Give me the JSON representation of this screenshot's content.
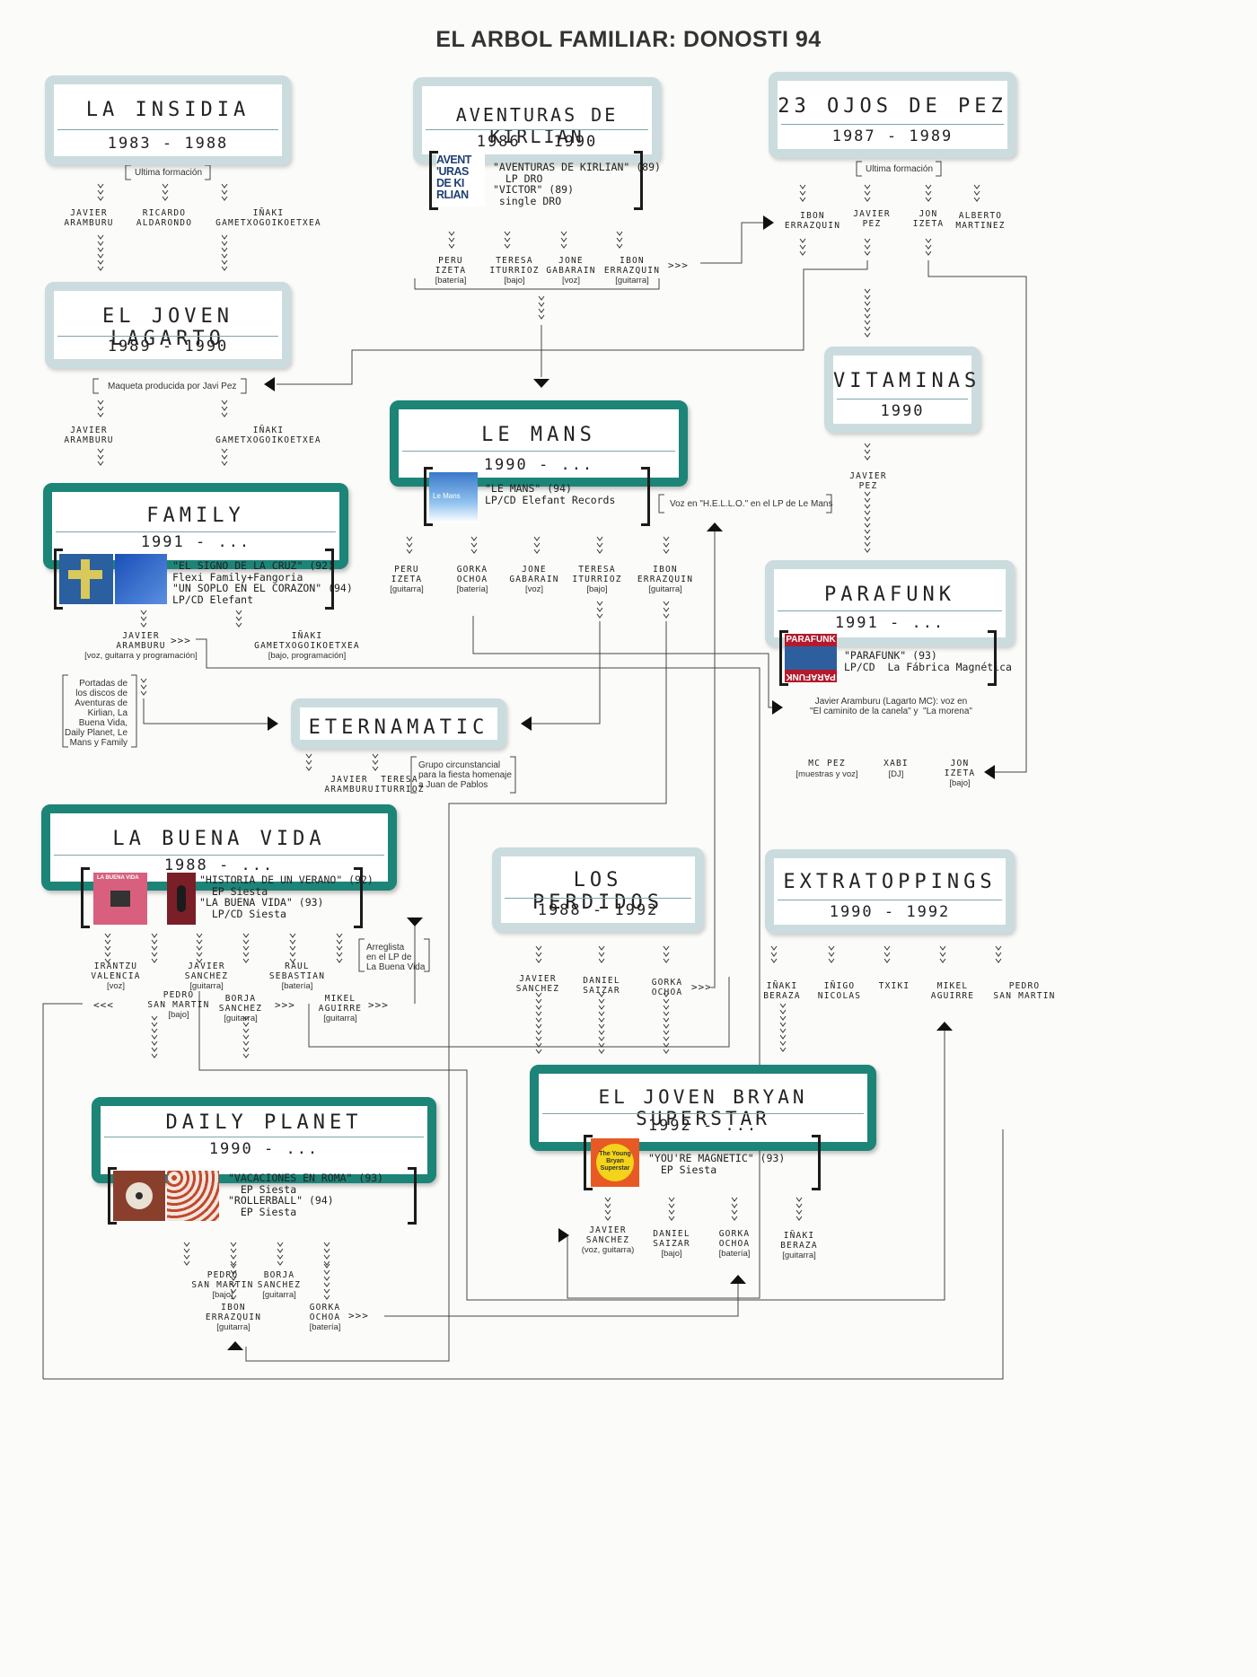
{
  "title": "EL ARBOL FAMILIAR: DONOSTI 94",
  "bands": {
    "insidia": {
      "name": "LA INSIDIA",
      "years": "1983 - 1988"
    },
    "kirlian": {
      "name": "AVENTURAS DE KIRLIAN",
      "years": "1986 - 1990",
      "disc": "\"AVENTURAS DE KIRLIAN\" (89)\n  LP DRO\n\"VICTOR\" (89)\n single DRO",
      "cover": "AVENT\n'URAS\nDE KI\nRLIAN"
    },
    "ojos": {
      "name": "23 OJOS DE PEZ",
      "years": "1987 - 1989"
    },
    "lagarto": {
      "name": "EL JOVEN LAGARTO",
      "years": "1989 - 1990"
    },
    "vitaminas": {
      "name": "VITAMINAS",
      "years": "1990"
    },
    "lemans": {
      "name": "LE MANS",
      "years": "1990 - ...",
      "disc": "\"LE MANS\" (94)\nLP/CD Elefant Records",
      "cover": "Le Mans"
    },
    "family": {
      "name": "FAMILY",
      "years": "1991 - ...",
      "disc": "\"EL SIGNO DE LA CRUZ\" (92)\nFlexi Family+Fangoria\n\"UN SOPLO EN EL CORAZON\" (94)\nLP/CD Elefant"
    },
    "parafunk": {
      "name": "PARAFUNK",
      "years": "1991 - ...",
      "disc": "\"PARAFUNK\" (93)\nLP/CD  La Fábrica Magnética",
      "cover_top": "PARAFUNK",
      "cover_bottom": "PARAFUNK"
    },
    "eternamatic": {
      "name": "ETERNAMATIC"
    },
    "buenavida": {
      "name": "LA BUENA VIDA",
      "years": "1988 - ...",
      "disc": "\"HISTORIA DE UN VERANO\" (92)\n  EP Siesta\n\"LA BUENA VIDA\" (93)\n  LP/CD Siesta",
      "cover": "LA BUENA VIDA"
    },
    "perdidos": {
      "name": "LOS PERDIDOS",
      "years": "1988 - 1992"
    },
    "extratoppings": {
      "name": "EXTRATOPPINGS",
      "years": "1990 - 1992"
    },
    "dailyplanet": {
      "name": "DAILY PLANET",
      "years": "1990 - ...",
      "disc": "\"VACACIONES EN ROMA\" (93)\n  EP Siesta\n\"ROLLERBALL\" (94)\n  EP Siesta"
    },
    "bryan": {
      "name": "EL JOVEN BRYAN SUPERSTAR",
      "years": "1992 - ...",
      "disc": "\"YOU'RE MAGNETIC\" (93)\n  EP Siesta",
      "cover": "The Young\nBryan\nSuperstar"
    }
  },
  "notes": {
    "insidia_last": "Ultima formación",
    "ojos_last": "Ultima formación",
    "maqueta": "Maqueta producida por Javi Pez",
    "hello": "Voz en \"H.E.L.L.O.\" en el LP de Le Mans",
    "portadas": "Portadas de\nlos discos de\nAventuras de\nKirlian, La\nBuena Vida,\nDaily Planet, Le\nMans y Family",
    "aramburu_mc": "Javier Aramburu (Lagarto MC): voz en\n\"El caminito de la canela\" y  \"La morena\"",
    "grupo": "Grupo circunstancial\npara la fiesta homenaje\na Juan de Pablos",
    "arreglista": "Arreglista\nen el LP de\nLa Buena Vida"
  },
  "arrows": {
    "right": ">>>",
    "left": "<<<"
  },
  "members": [
    {
      "id": "m1",
      "name": "JAVIER\nARAMBURU",
      "role": ""
    },
    {
      "id": "m2",
      "name": "RICARDO\nALDARONDO",
      "role": ""
    },
    {
      "id": "m3",
      "name": "IÑAKI\nGAMETXOGOIKOETXEA",
      "role": ""
    },
    {
      "id": "m4",
      "name": "PERU\nIZETA",
      "role": "[batería]"
    },
    {
      "id": "m5",
      "name": "TERESA\nITURRIOZ",
      "role": "[bajo]"
    },
    {
      "id": "m6",
      "name": "JONE\nGABARAIN",
      "role": "[voz]"
    },
    {
      "id": "m7",
      "name": "IBON\nERRAZQUIN",
      "role": "[guitarra]"
    },
    {
      "id": "m8",
      "name": "IBON\nERRAZQUIN",
      "role": ""
    },
    {
      "id": "m9",
      "name": "JAVIER\nPEZ",
      "role": ""
    },
    {
      "id": "m10",
      "name": "JON\nIZETA",
      "role": ""
    },
    {
      "id": "m11",
      "name": "ALBERTO\nMARTINEZ",
      "role": ""
    },
    {
      "id": "m12",
      "name": "JAVIER\nARAMBURU",
      "role": ""
    },
    {
      "id": "m13",
      "name": "IÑAKI\nGAMETXOGOIKOETXEA",
      "role": ""
    },
    {
      "id": "m14",
      "name": "JAVIER\nPEZ",
      "role": ""
    },
    {
      "id": "m15",
      "name": "PERU\nIZETA",
      "role": "[guitarra]"
    },
    {
      "id": "m16",
      "name": "GORKA\nOCHOA",
      "role": "[batería]"
    },
    {
      "id": "m17",
      "name": "JONE\nGABARAIN",
      "role": "[voz]"
    },
    {
      "id": "m18",
      "name": "TERESA\nITURRIOZ",
      "role": "[bajo]"
    },
    {
      "id": "m19",
      "name": "IBON\nERRAZQUIN",
      "role": "[guitarra]"
    },
    {
      "id": "m20",
      "name": "JAVIER\nARAMBURU",
      "role": "[voz, guitarra\ny programación]"
    },
    {
      "id": "m21",
      "name": "IÑAKI\nGAMETXOGOIKOETXEA",
      "role": "[bajo, programación]"
    },
    {
      "id": "m22",
      "name": "MC PEZ",
      "role": "[muestras y voz]"
    },
    {
      "id": "m23",
      "name": "XABI",
      "role": "[DJ]"
    },
    {
      "id": "m24",
      "name": "JON\nIZETA",
      "role": "[bajo]"
    },
    {
      "id": "m25",
      "name": "JAVIER\nARAMBURU",
      "role": ""
    },
    {
      "id": "m26",
      "name": "TERESA\nITURRIOZ",
      "role": ""
    },
    {
      "id": "m27",
      "name": "IRANTZU\nVALENCIA",
      "role": "[voz]"
    },
    {
      "id": "m28",
      "name": "JAVIER\nSANCHEZ",
      "role": "[guitarra]"
    },
    {
      "id": "m29",
      "name": "RAUL\nSEBASTIAN",
      "role": "[batería]"
    },
    {
      "id": "m30",
      "name": "PEDRO\nSAN MARTIN",
      "role": "[bajo]"
    },
    {
      "id": "m31",
      "name": "BORJA\nSANCHEZ",
      "role": "[guitarra]"
    },
    {
      "id": "m32",
      "name": "MIKEL\nAGUIRRE",
      "role": "[guitarra]"
    },
    {
      "id": "m33",
      "name": "JAVIER\nSANCHEZ",
      "role": ""
    },
    {
      "id": "m34",
      "name": "DANIEL\nSAIZAR",
      "role": ""
    },
    {
      "id": "m35",
      "name": "GORKA\nOCHOA",
      "role": ""
    },
    {
      "id": "m36",
      "name": "IÑAKI\nBERAZA",
      "role": ""
    },
    {
      "id": "m37",
      "name": "IÑIGO\nNICOLAS",
      "role": ""
    },
    {
      "id": "m38",
      "name": "TXIKI",
      "role": ""
    },
    {
      "id": "m39",
      "name": "MIKEL\nAGUIRRE",
      "role": ""
    },
    {
      "id": "m40",
      "name": "PEDRO\nSAN MARTIN",
      "role": ""
    },
    {
      "id": "m41",
      "name": "PEDRO\nSAN MARTIN",
      "role": "[bajo]"
    },
    {
      "id": "m42",
      "name": "BORJA\nSANCHEZ",
      "role": "[guitarra]"
    },
    {
      "id": "m43",
      "name": "IBON\nERRAZQUIN",
      "role": "[guitarra]"
    },
    {
      "id": "m44",
      "name": "GORKA\nOCHOA",
      "role": "[batería]"
    },
    {
      "id": "m45",
      "name": "JAVIER\nSANCHEZ",
      "role": "(voz, guitarra)"
    },
    {
      "id": "m46",
      "name": "DANIEL\nSAIZAR",
      "role": "[bajo]"
    },
    {
      "id": "m47",
      "name": "GORKA\nOCHOA",
      "role": "[batería]"
    },
    {
      "id": "m48",
      "name": "IÑAKI\nBERAZA",
      "role": "[guitarra]"
    }
  ]
}
